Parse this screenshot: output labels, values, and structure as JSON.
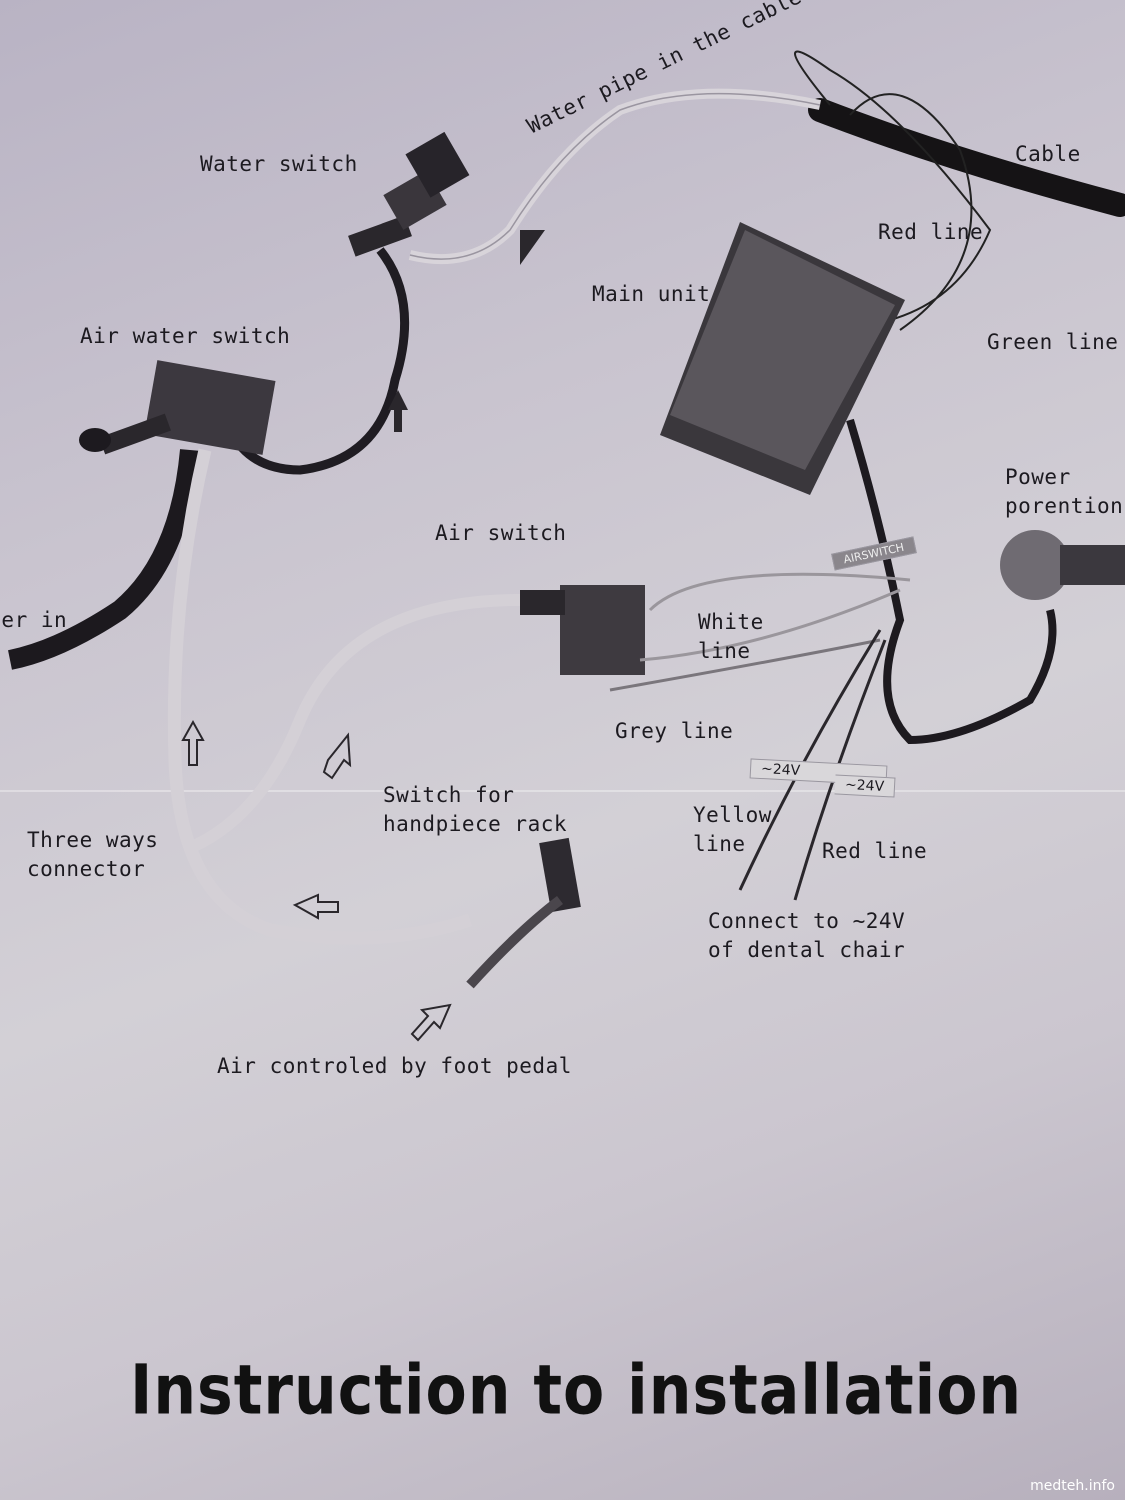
{
  "title": "Instruction to installation",
  "watermark": "medteh.info",
  "labels": {
    "water_pipe": "Water pipe in the cable",
    "cable": "Cable",
    "water_switch": "Water switch",
    "red_line_top": "Red line",
    "main_unit": "Main unit",
    "green_line": "Green line",
    "air_water_switch": "Air water switch",
    "power_potentiometer": "Power\nporention",
    "air_switch": "Air switch",
    "water_in": "Water in",
    "white_line": "White\nline",
    "grey_line": "Grey line",
    "yellow_line": "Yellow\nline",
    "red_line_bottom": "Red line",
    "switch_handpiece": "Switch for\nhandpiece rack",
    "three_ways": "Three ways\nconnector",
    "connect_24v": "Connect to ~24V\nof dental chair",
    "foot_pedal": "Air controled by foot pedal"
  },
  "tags": {
    "airswitch": "AIRSWITCH",
    "v24_a": "~24V",
    "v24_b": "~24V"
  }
}
